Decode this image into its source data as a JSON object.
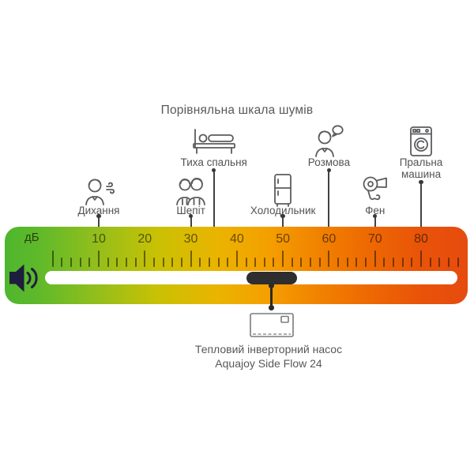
{
  "title": "Порівняльна шкала шумів",
  "scale": {
    "unit_label": "дБ",
    "min_db": 0,
    "max_db": 88,
    "minor_tick_step_db": 2,
    "major_tick_step_db": 10,
    "tick_labels": [
      "10",
      "20",
      "30",
      "40",
      "50",
      "60",
      "70",
      "80"
    ],
    "gradient_colors": [
      "#4fb62e",
      "#8fbe1d",
      "#c9c104",
      "#eab400",
      "#f49f00",
      "#f18400",
      "#ee6a02",
      "#e64b0e"
    ]
  },
  "noise_sources": [
    {
      "label": "Дихання",
      "db": 10,
      "icon": "breathing-person-icon"
    },
    {
      "label": "Шепіт",
      "db": 30,
      "icon": "whisper-people-icon"
    },
    {
      "label": "Тиха спальня",
      "db": 35,
      "icon": "bed-icon"
    },
    {
      "label": "Холодильник",
      "db": 50,
      "icon": "refrigerator-icon"
    },
    {
      "label": "Розмова",
      "db": 60,
      "icon": "conversation-icon"
    },
    {
      "label": "Фен",
      "db": 70,
      "icon": "hair-dryer-icon"
    },
    {
      "label": "Пральна машина",
      "db": 80,
      "icon": "washing-machine-icon"
    }
  ],
  "highlight": {
    "label_line1": "Тепловий інверторний насос",
    "label_line2": "Aquajoy Side Flow 24",
    "db_min": 42,
    "db_max": 53,
    "icon": "heat-pump-icon"
  },
  "speaker_icon_color": "#1e1f3e"
}
